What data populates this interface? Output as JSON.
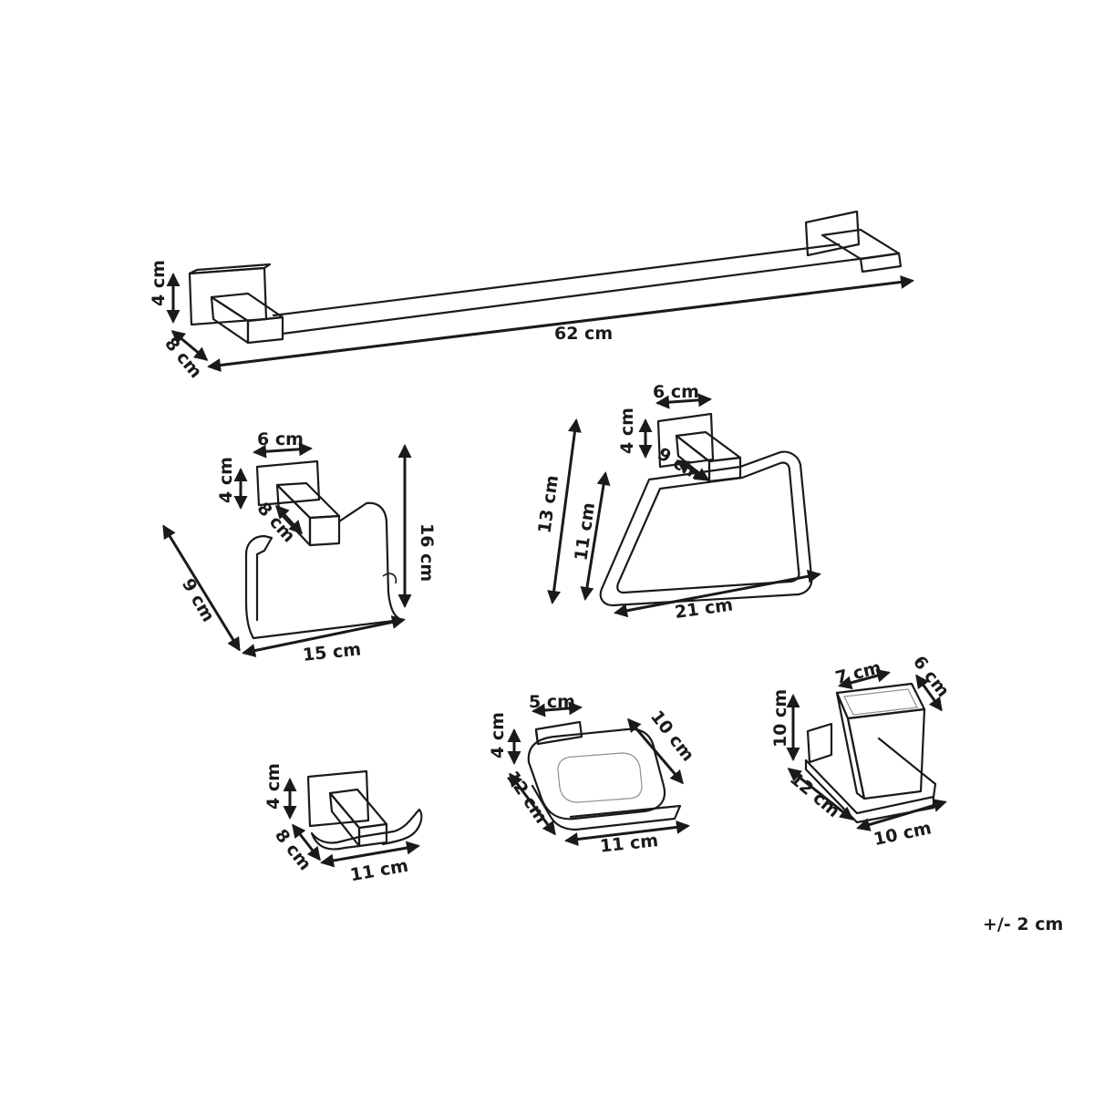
{
  "tolerance": "+/- 2 cm",
  "towel_bar": {
    "height": "4 cm",
    "depth": "8 cm",
    "length": "62 cm"
  },
  "paper_holder": {
    "plate_width": "6 cm",
    "plate_height": "4 cm",
    "depth": "8 cm",
    "height": "16 cm",
    "side_depth": "9 cm",
    "width": "15 cm"
  },
  "towel_ring": {
    "plate_width": "6 cm",
    "plate_height": "4 cm",
    "depth": "9 cm",
    "height": "13 cm",
    "ring_height": "11 cm",
    "width": "21 cm"
  },
  "hook": {
    "plate_height": "4 cm",
    "depth": "8 cm",
    "width": "11 cm"
  },
  "soap_dish": {
    "plate_width": "5 cm",
    "plate_height": "4 cm",
    "depth": "10 cm",
    "side": "12 cm",
    "width": "11 cm"
  },
  "tumbler": {
    "cup_width": "7 cm",
    "cup_depth": "6 cm",
    "height": "10 cm",
    "side": "12 cm",
    "width": "10 cm"
  }
}
